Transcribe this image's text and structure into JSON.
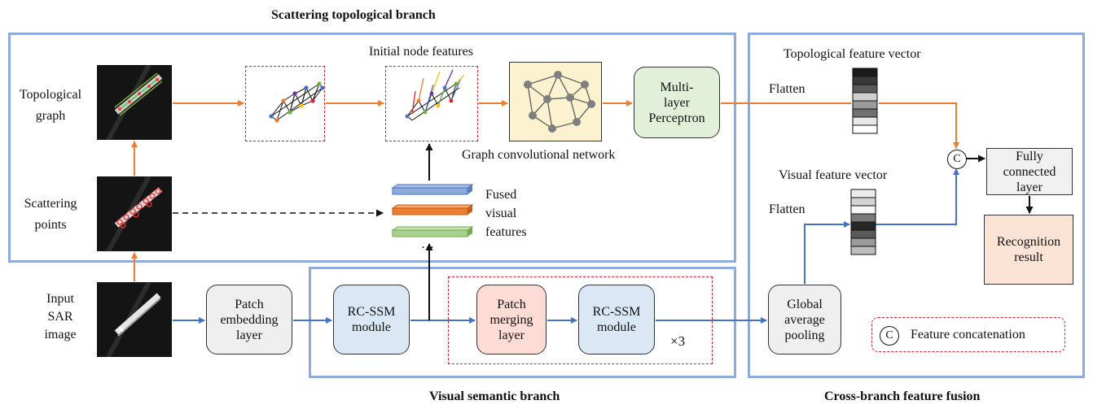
{
  "sections": {
    "topological": "Scattering topological branch",
    "visual": "Visual semantic branch",
    "fusion": "Cross-branch feature fusion"
  },
  "labels": {
    "topo_graph": "Topological\ngraph",
    "scatter_points": "Scattering\npoints",
    "input_sar": "Input\nSAR\nimage",
    "initial_node": "Initial node features",
    "gcn": "Graph convolutional network",
    "fused": "Fused\nvisual\nfeatures",
    "ellipsis": "…",
    "times3": "×3",
    "topo_vec": "Topological feature vector",
    "visual_vec": "Visual feature vector",
    "flatten_top": "Flatten",
    "flatten_bottom": "Flatten",
    "concat_symbol": "C",
    "legend_symbol": "C",
    "legend_text": "Feature concatenation"
  },
  "boxes": {
    "mlp": "Multi-\nlayer\nPerceptron",
    "patch_embed": "Patch\nembedding\nlayer",
    "rcssm1": "RC-SSM\nmodule",
    "patch_merge": "Patch\nmerging\nlayer",
    "rcssm2": "RC-SSM\nmodule",
    "gap": "Global\naverage\npooling",
    "fc": "Fully\nconnected\nlayer",
    "result": "Recognition\nresult"
  },
  "colors": {
    "region_border": "#8faadc",
    "orange_arrow": "#ed7d31",
    "blue_arrow": "#4472c4",
    "dash_red": "#e0202a"
  }
}
